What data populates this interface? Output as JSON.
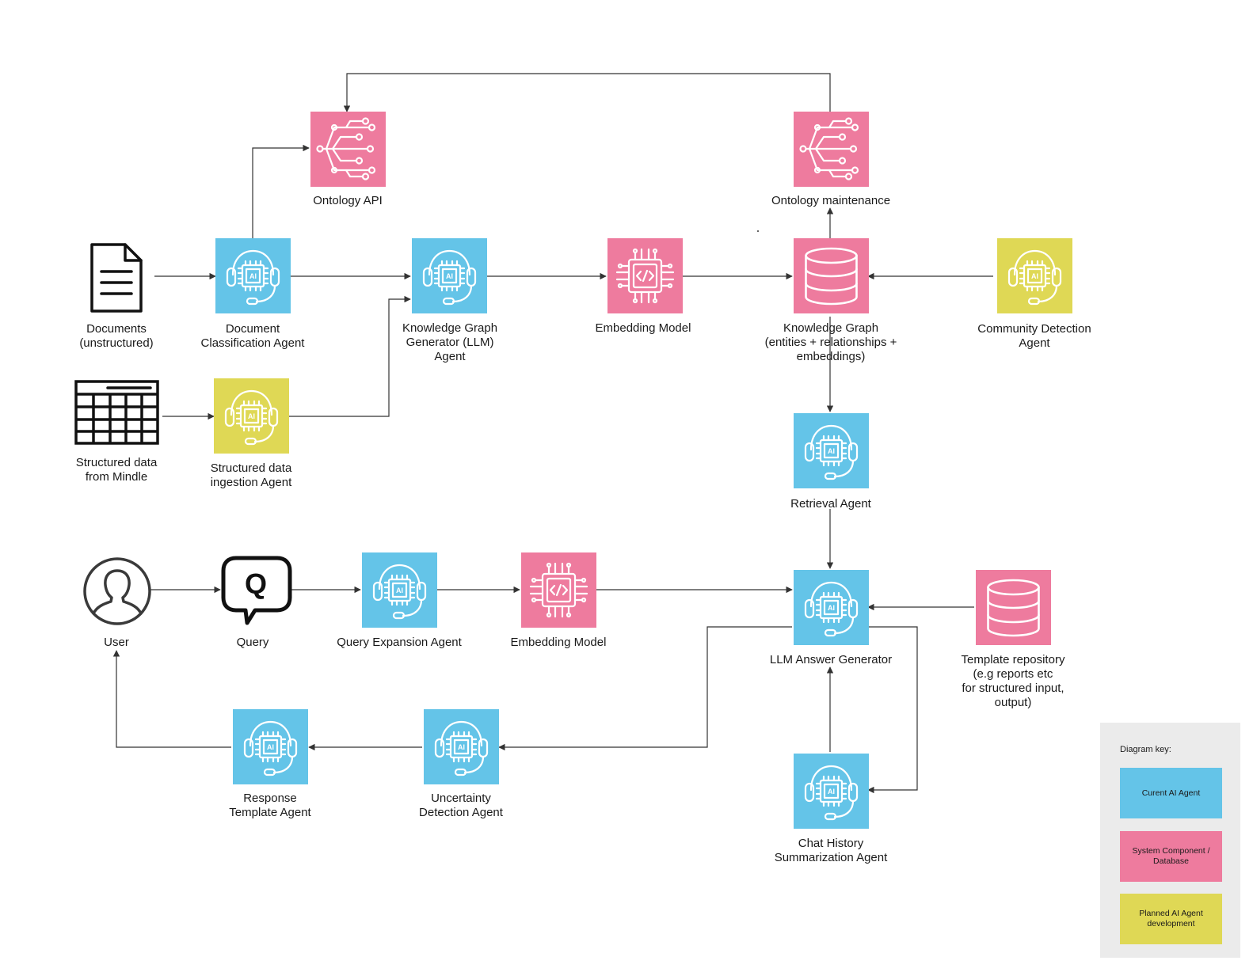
{
  "colors": {
    "current_agent": "#64c4e8",
    "system_component": "#ee7b9e",
    "planned_agent": "#dfd855",
    "line": "#333333"
  },
  "nodes": {
    "documents": {
      "label": "Documents\n(unstructured)",
      "icon": "document-icon"
    },
    "doc_class_agent": {
      "label": "Document\nClassification Agent",
      "icon": "ai-headset-icon",
      "kind": "current"
    },
    "ontology_api": {
      "label": "Ontology API",
      "icon": "ontology-tree-icon",
      "kind": "system"
    },
    "kg_generator": {
      "label": "Knowledge Graph\nGenerator (LLM)\nAgent",
      "icon": "ai-headset-icon",
      "kind": "current"
    },
    "embedding_model_top": {
      "label": "Embedding Model",
      "icon": "code-chip-icon",
      "kind": "system"
    },
    "knowledge_graph": {
      "label": "Knowledge Graph\n(entities + relationships +\nembeddings)",
      "icon": "database-icon",
      "kind": "system"
    },
    "ontology_maintenance": {
      "label": "Ontology maintenance",
      "icon": "ontology-tree-icon",
      "kind": "system"
    },
    "community_detection": {
      "label": "Community Detection\nAgent",
      "icon": "ai-headset-icon",
      "kind": "planned"
    },
    "structured_data": {
      "label": "Structured data\nfrom Mindle",
      "icon": "table-icon"
    },
    "structured_ingestion": {
      "label": "Structured data\ningestion Agent",
      "icon": "ai-headset-icon",
      "kind": "planned"
    },
    "retrieval_agent": {
      "label": "Retrieval Agent",
      "icon": "ai-headset-icon",
      "kind": "current"
    },
    "user": {
      "label": "User",
      "icon": "user-icon"
    },
    "query": {
      "label": "Query",
      "icon": "query-bubble-icon"
    },
    "query_expansion": {
      "label": "Query Expansion Agent",
      "icon": "ai-headset-icon",
      "kind": "current"
    },
    "embedding_model_bottom": {
      "label": "Embedding Model",
      "icon": "code-chip-icon",
      "kind": "system"
    },
    "llm_answer": {
      "label": "LLM Answer Generator",
      "icon": "ai-headset-icon",
      "kind": "current"
    },
    "template_repo": {
      "label": "Template repository\n(e.g reports etc\nfor structured input,\noutput)",
      "icon": "database-icon",
      "kind": "system"
    },
    "response_template": {
      "label": "Response\nTemplate Agent",
      "icon": "ai-headset-icon",
      "kind": "current"
    },
    "uncertainty": {
      "label": "Uncertainty\nDetection Agent",
      "icon": "ai-headset-icon",
      "kind": "current"
    },
    "chat_history": {
      "label": "Chat History\nSummarization Agent",
      "icon": "ai-headset-icon",
      "kind": "current"
    }
  },
  "key": {
    "title": "Diagram key:",
    "current": "Curent AI Agent",
    "system": "System Component /\nDatabase",
    "planned": "Planned AI Agent\ndevelopment"
  }
}
